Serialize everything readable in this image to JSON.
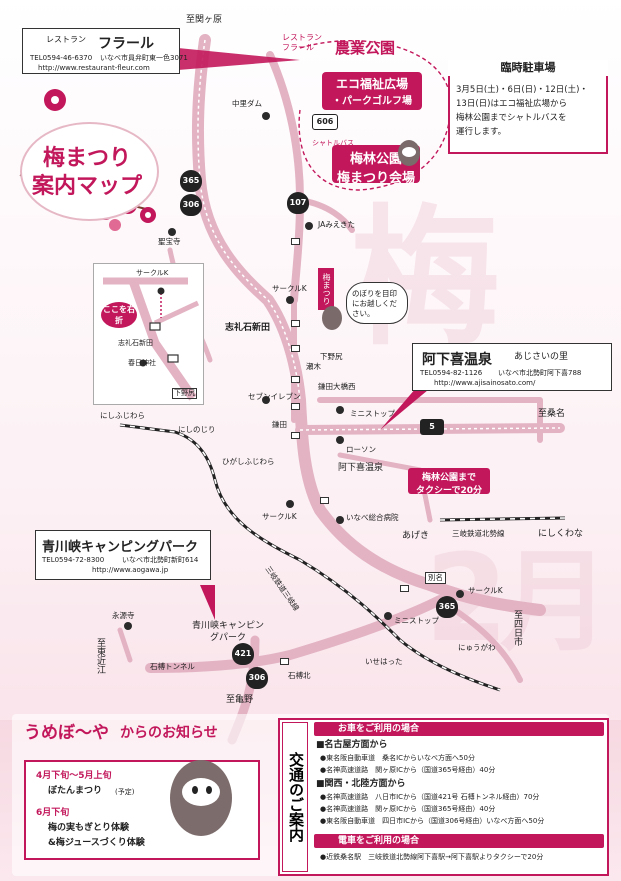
{
  "map_title": {
    "line1": "梅まつり",
    "line2": "案内マップ"
  },
  "restaurant": {
    "small": "レストラン",
    "name": "フラール",
    "tel": "TEL0594-46-6370",
    "address": "いなべ市員弁町東一色3071",
    "url": "http://www.restaurant-fleur.com"
  },
  "parking": {
    "title": "臨時駐車場",
    "lines": [
      "3月5日(土)・6日(日)・12日(土)・",
      "13日(日)はエコ福祉広場から",
      "梅林公園までシャトルバスを",
      "運行します。"
    ]
  },
  "park": {
    "restaurant_tag": "レストラン\nフラール",
    "name": "農業公園",
    "eco": "エコ福祉広場",
    "golf": "・パークゴルフ場",
    "bus": "シャトルバス",
    "venue1": "梅林公園",
    "venue2": "梅まつり会場"
  },
  "onsen": {
    "name": "阿下喜温泉",
    "sub": "あじさいの里",
    "tel": "TEL0594-82-1126",
    "address": "いなべ市北勢町阿下喜788",
    "url": "http://www.ajisainosato.com/",
    "taxi1": "梅林公園まで",
    "taxi2": "タクシーで20分"
  },
  "camp": {
    "name": "青川峡キャンピングパーク",
    "tel": "TEL0594-72-8300",
    "address": "いなべ市北勢町新町614",
    "url": "http://www.aogawa.jp"
  },
  "mascot_msg": {
    "flag": "梅まつり",
    "bubble": "のぼりを目印にお越しください。"
  },
  "inset": {
    "circle": "K",
    "label": "ここを右折",
    "shiraiwa": "志礼石新田",
    "kasuga": "春日神社",
    "shimonojiri": "下野尻",
    "circlek": "サークルK"
  },
  "map_labels": {
    "to_sekigahara": "至関ヶ原",
    "nakasatodam": "中里ダム",
    "ja": "JAみえきた",
    "shohoji": "聖宝寺",
    "circlek1": "サークルK",
    "shiraiwa": "志礼石新田",
    "shimonojiri": "下野尻",
    "urakawa": "瀬木",
    "kamada_ookubo": "鎌田大橋西",
    "kamada": "鎌田",
    "seven": "セブンイレブン",
    "ministop1": "ミニストップ",
    "lawson": "ローソン",
    "agekionsen": "阿下喜温泉",
    "circlek2": "サークルK",
    "inabe_hospital": "いなべ総合病院",
    "to_kuwana": "至桑名",
    "nishifujiwara": "にしふじわら",
    "nishinojiri": "にしのじり",
    "higashifujiwara": "ひがしふじわら",
    "ageki": "あげき",
    "nishikuwana": "にしくわな",
    "hokusei_line": "三岐鉄道北勢線",
    "sangi_line": "三岐鉄道三岐線",
    "betsumei": "別名",
    "circlek3": "サークルK",
    "ministop2": "ミニストップ",
    "to_yokkaichi": "至四日市",
    "eigenji": "永源寺",
    "to_higashiomi": "至東近江",
    "ishigure_tunnel": "石榑トンネル",
    "ishigure_kita": "石榑北",
    "ibohara": "いせはった",
    "nyugawa": "にゅうがわ",
    "to_kameyama": "至亀野",
    "route606": "606",
    "route365a": "365",
    "route306a": "306",
    "route107": "107",
    "route5": "5",
    "route365b": "365",
    "route421": "421",
    "route306b": "306"
  },
  "news": {
    "title_a": "うめぼ〜や",
    "title_b": "からのお知らせ",
    "item1_when": "4月下旬〜5月上旬",
    "item1_what": "ぼたんまつり",
    "item1_note": "(予定)",
    "item2_when": "6月下旬",
    "item2_what1": "梅の実もぎとり体験",
    "item2_what2": "&梅ジュースづくり体験"
  },
  "access": {
    "vertical": "交通のご案内",
    "car_head": "お車をご利用の場合",
    "nagoya": "■名古屋方面から",
    "nagoya_1": "●東名阪自動車道　桑名ICからいなべ方面へ50分",
    "nagoya_2": "●名神高速道路　関ヶ原ICから（国道365号経由）40分",
    "kansai": "■関西・北陸方面から",
    "kansai_1": "●名神高速道路　八日市ICから（国道421号 石榑トンネル経由）70分",
    "kansai_2": "●名神高速道路　関ヶ原ICから（国道365号経由）40分",
    "kansai_3": "●東名阪自動車道　四日市ICから（国道306号経由）いなべ方面へ50分",
    "train_head": "電車をご利用の場合",
    "train_1": "●近鉄桑名駅　三岐鉄道北勢線阿下喜駅→阿下喜駅よりタクシーで20分"
  },
  "colors": {
    "accent": "#c2185b",
    "road": "#e6b8c6",
    "dark": "#222222",
    "blush": "#f6d7e0"
  }
}
